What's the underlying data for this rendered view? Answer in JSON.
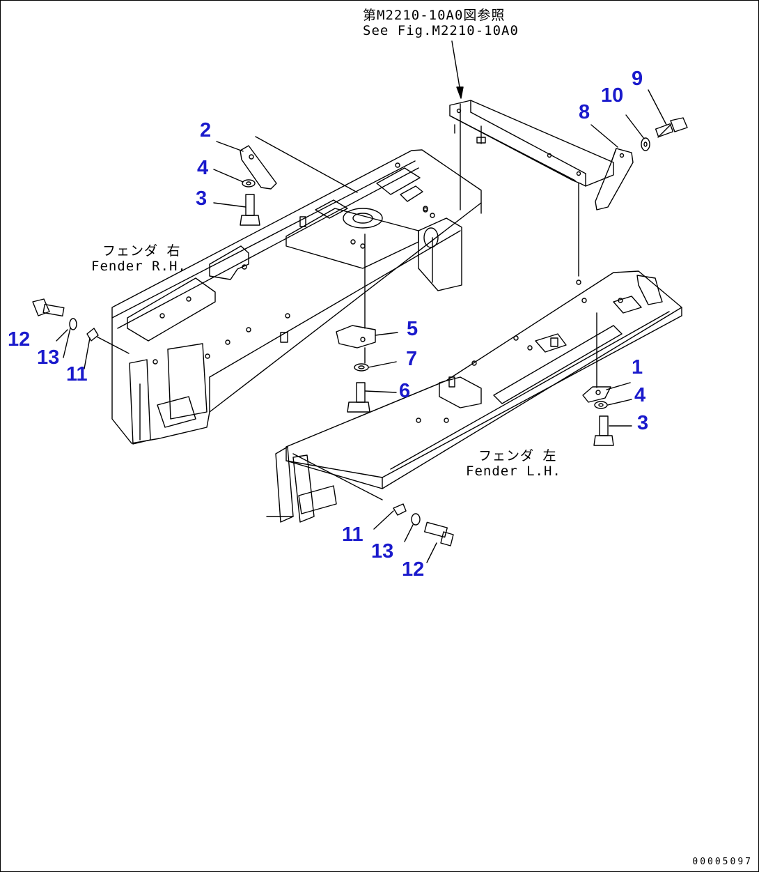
{
  "reference_note": {
    "line_jp": "第M2210-10A0図参照",
    "line_en": "See Fig.M2210-10A0"
  },
  "captions": {
    "fender_rh_jp": "フェンダ 右",
    "fender_rh_en": "Fender R.H.",
    "fender_lh_jp": "フェンダ 左",
    "fender_lh_en": "Fender L.H."
  },
  "callouts": {
    "c1": "1",
    "c2": "2",
    "c3a": "3",
    "c3b": "3",
    "c4a": "4",
    "c4b": "4",
    "c5": "5",
    "c6": "6",
    "c7": "7",
    "c8": "8",
    "c9": "9",
    "c10": "10",
    "c11a": "11",
    "c11b": "11",
    "c12a": "12",
    "c12b": "12",
    "c13a": "13",
    "c13b": "13"
  },
  "document_number": "00005097",
  "colors": {
    "callout": "#1a1acc",
    "line": "#000000",
    "background": "#ffffff"
  }
}
